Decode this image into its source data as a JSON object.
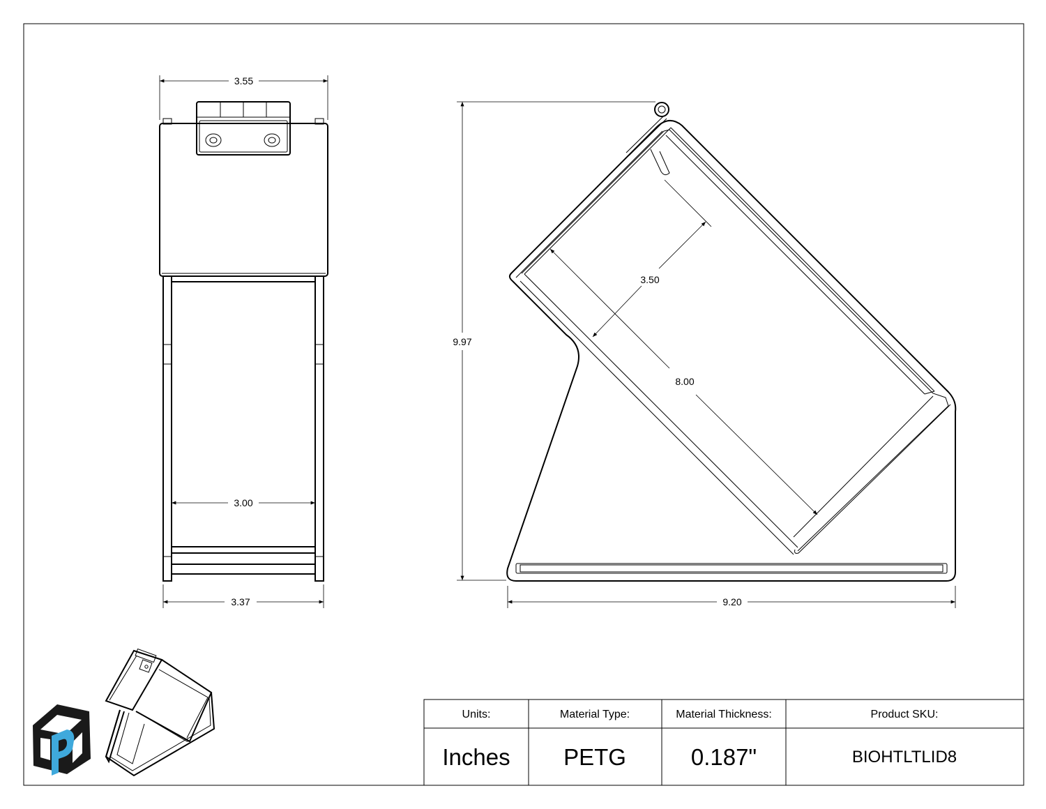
{
  "dimensions": {
    "front_top_width": "3.55",
    "front_inner_width": "3.00",
    "front_bottom_width": "3.37",
    "side_height": "9.97",
    "side_base_width": "9.20",
    "side_slot_depth": "3.50",
    "side_slot_length": "8.00"
  },
  "title_block": {
    "units_label": "Units:",
    "units_value": "Inches",
    "material_label": "Material Type:",
    "material_value": "PETG",
    "thickness_label": "Material Thickness:",
    "thickness_value": "0.187\"",
    "sku_label": "Product SKU:",
    "sku_value": "BIOHTLTLID8"
  },
  "logo": {
    "letter": "P",
    "accent_color": "#3fa9dc",
    "dark_color": "#1a1a1a"
  }
}
